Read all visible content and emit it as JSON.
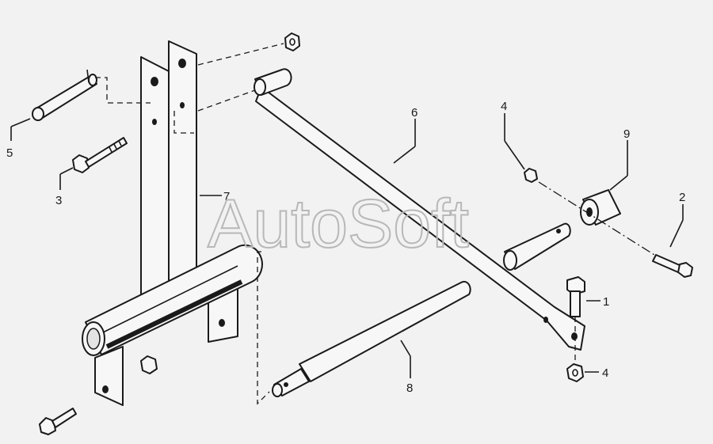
{
  "watermark": "AutoSoft",
  "callouts": {
    "c1": "1",
    "c2": "2",
    "c3": "3",
    "c4a": "4",
    "c4b": "4",
    "c5": "5",
    "c6": "6",
    "c7": "7",
    "c8": "8",
    "c9": "9"
  }
}
